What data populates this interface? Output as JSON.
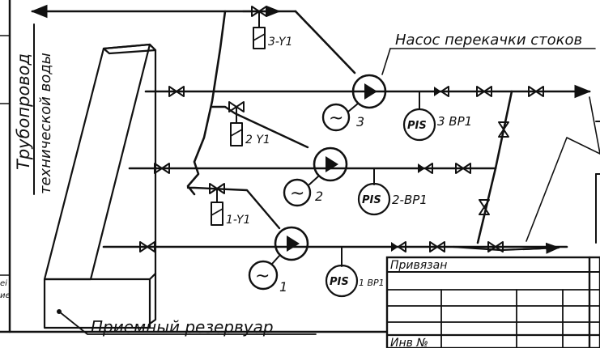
{
  "header": {
    "pipeline_label_line1": "Трубопровод",
    "pipeline_label_line2": "технической воды",
    "pump_station_label": "Насос перекачки стоков",
    "tank_label": "Приемный резервуар"
  },
  "pumps": [
    {
      "number": "3",
      "valve_tag": "3-Y1",
      "instrument": "PIS",
      "instrument_tag": "3 BP1"
    },
    {
      "number": "2",
      "valve_tag": "2 Y1",
      "instrument": "PIS",
      "instrument_tag": "2-BP1"
    },
    {
      "number": "1",
      "valve_tag": "1-Y1",
      "instrument": "PIS",
      "instrument_tag": "1 BP1"
    }
  ],
  "motor_symbol": "~",
  "title_block": {
    "linked_label": "Привязан",
    "inventory_label": "Инв №"
  },
  "left_margin_fragments": [
    "ei",
    "ие"
  ]
}
